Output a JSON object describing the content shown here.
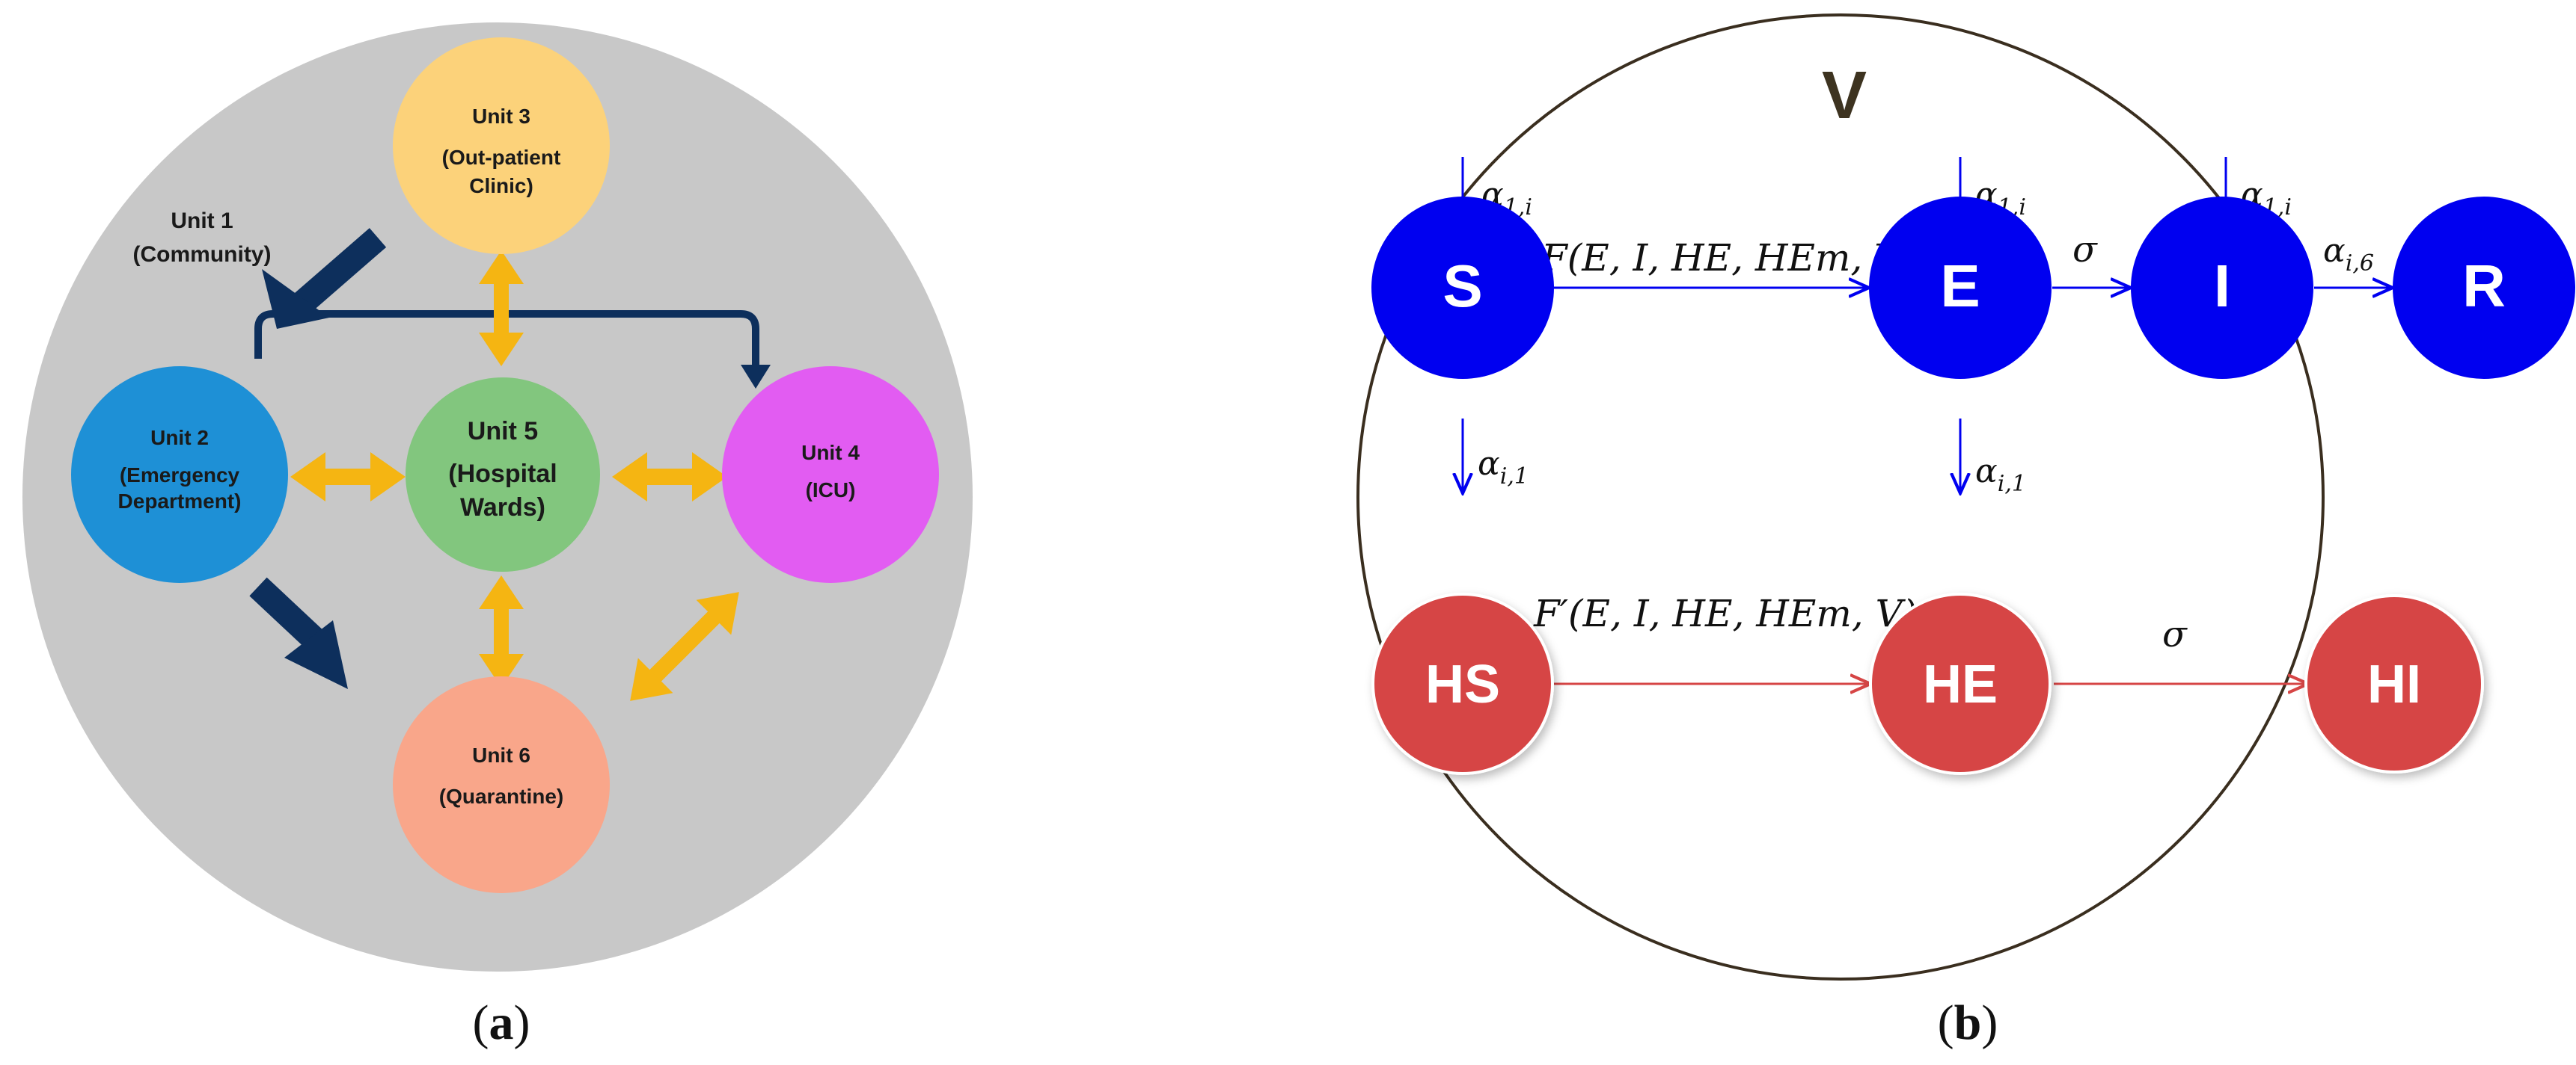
{
  "panel_a": {
    "label_open": "(",
    "label_letter": "a",
    "label_close": ")",
    "units": {
      "u1": {
        "title": "Unit 1",
        "subtitle": "(Community)"
      },
      "u2": {
        "title": "Unit 2",
        "line2": "(Emergency",
        "line3": "Department)",
        "fill": "#1e90d6"
      },
      "u3": {
        "title": "Unit 3",
        "line2": "(Out-patient",
        "line3": "Clinic)",
        "fill": "#fcd27a"
      },
      "u4": {
        "title": "Unit 4",
        "line2": "(ICU)",
        "fill": "#e25cf2"
      },
      "u5": {
        "title": "Unit 5",
        "line2": "(Hospital",
        "line3": "Wards)",
        "fill": "#82c67e"
      },
      "u6": {
        "title": "Unit 6",
        "line2": "(Quarantine)",
        "fill": "#f9a68a"
      }
    },
    "background_fill": "#c8c8c8",
    "arrow_color": "#f5b512",
    "dark_arrow_color": "#0d2f5c"
  },
  "panel_b": {
    "label_open": "(",
    "label_letter": "b",
    "label_close": ")",
    "circle_label": "V",
    "nodes": {
      "S": "S",
      "E": "E",
      "I": "I",
      "R": "R",
      "HS": "HS",
      "HE": "HE",
      "HI": "HI"
    },
    "colors": {
      "blue": "#0000f0",
      "red": "#d64545"
    },
    "math": {
      "alpha": "α",
      "sub_1i": "1,i",
      "sub_i1": "i,1",
      "sub_i6": "i,6",
      "sigma": "σ",
      "F": "F(E, I, HE, HEm, V)",
      "F_prime": "F′(E, I, HE, HEm, V)"
    }
  }
}
